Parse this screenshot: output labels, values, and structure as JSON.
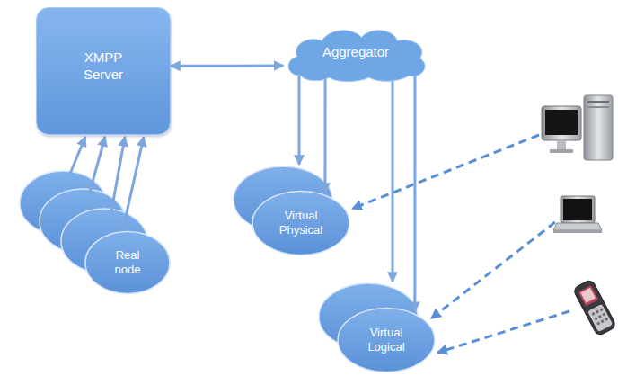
{
  "diagram": {
    "nodes": [
      {
        "text": [
          "XMPP Server"
        ]
      },
      {
        "text": [
          "Aggregator"
        ]
      },
      {
        "text": [
          "Real node"
        ]
      },
      {
        "text": [
          "Virtual Physical"
        ]
      },
      {
        "text": [
          "Virtual Logical"
        ]
      }
    ],
    "edges": [
      {
        "from": 0,
        "to": 1,
        "arrow": "both"
      },
      {
        "from": 2,
        "to": 0,
        "arrow": "to"
      },
      {
        "from": 1,
        "to": 3,
        "arrow": "to"
      },
      {
        "from": 1,
        "to": 4,
        "arrow": "to"
      }
    ]
  }
}
